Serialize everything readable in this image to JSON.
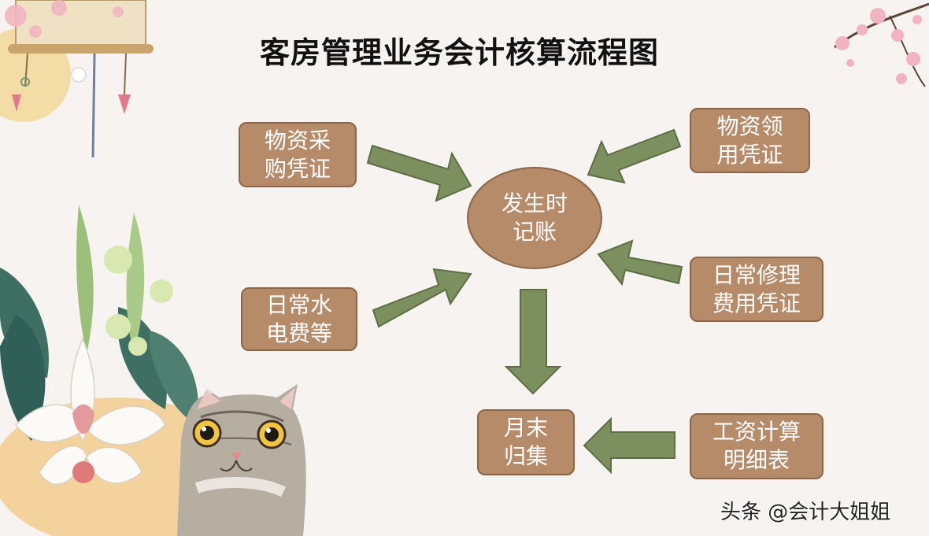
{
  "title": "客房管理业务会计核算流程图",
  "nodes": {
    "purchase": "物资采\n购凭证",
    "requisition": "物资领\n用凭证",
    "center": "发生时\n记账",
    "utilities": "日常水\n电费等",
    "repair": "日常修理\n费用凭证",
    "month_end": "月末\n归集",
    "payroll": "工资计算\n明细表"
  },
  "watermark": "头条 @会计大姐姐",
  "colors": {
    "box_fill": "#b58b6a",
    "box_border": "#8c6547",
    "arrow_fill": "#7b8f5f",
    "arrow_border": "#5d6e45",
    "background": "#f7f3f1"
  }
}
